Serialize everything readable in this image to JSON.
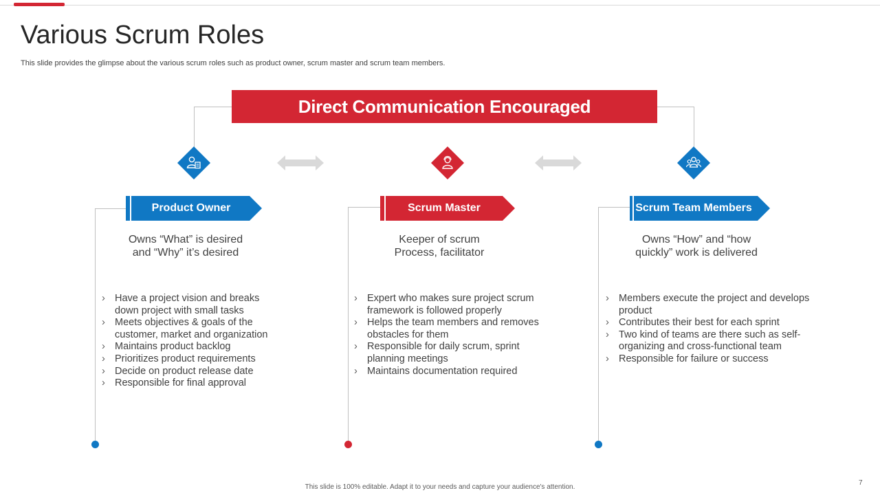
{
  "slide": {
    "title": "Various Scrum Roles",
    "subtitle": "This slide provides the glimpse about the various scrum roles such as product owner, scrum master and scrum team members.",
    "banner": "Direct Communication Encouraged",
    "footer": "This slide is 100% editable.  Adapt it to your needs and capture your audience's attention.",
    "page_number": "7"
  },
  "colors": {
    "accent_red": "#d32633",
    "accent_blue": "#1078c4",
    "connector_gray": "#bfbfbf",
    "arrow_gray": "#d9d9d9"
  },
  "roles": [
    {
      "name": "Product Owner",
      "color": "blue",
      "icon": "person-document-icon",
      "summary_line1": "Owns “What” is desired",
      "summary_line2": "and “Why” it’s desired",
      "bullets": [
        "Have a project vision and breaks down project with small tasks",
        "Meets objectives & goals of the customer, market and organization",
        "Maintains product backlog",
        "Prioritizes product requirements",
        "Decide on product release date",
        "Responsible for final approval"
      ]
    },
    {
      "name": "Scrum Master",
      "color": "red",
      "icon": "person-headset-icon",
      "summary_line1": "Keeper of scrum",
      "summary_line2": "Process, facilitator",
      "bullets": [
        "Expert who makes sure project scrum framework is followed properly",
        "Helps the team members and removes obstacles for them",
        "Responsible for daily scrum, sprint planning meetings",
        "Maintains documentation required"
      ]
    },
    {
      "name": "Scrum Team Members",
      "color": "blue",
      "icon": "team-icon",
      "summary_line1": "Owns “How” and “how",
      "summary_line2": "quickly” work is delivered",
      "bullets": [
        "Members execute the project and develops product",
        "Contributes their best for each sprint",
        "Two kind of teams are there such as self-organizing and cross-functional team",
        "Responsible for failure or success"
      ]
    }
  ]
}
